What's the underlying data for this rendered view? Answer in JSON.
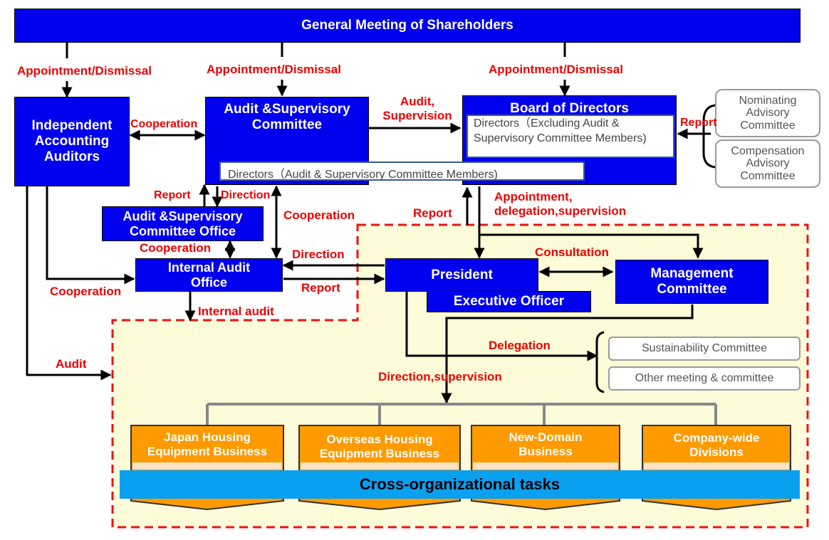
{
  "nodes": {
    "shareholders": "General Meeting of Shareholders",
    "auditors": "Independent Accounting Auditors",
    "audit_committee": "Audit &Supervisory Committee",
    "audit_committee_members": "Directors（Audit & Supervisory Committee Members)",
    "board": "Board of Directors",
    "board_directors": "Directors（Excluding Audit & Supervisory Committee Members)",
    "nominating": "Nominating Advisory Committee",
    "compensation": "Compensation Advisory Committee",
    "committee_office": "Audit &Supervisory Committee Office",
    "internal_audit_office": "Internal Audit Office",
    "president": "President",
    "executive_officer": "Executive Officer",
    "management_committee": "Management Committee",
    "sustainability": "Sustainability Committee",
    "other_meeting": "Other meeting & committee",
    "cross_tasks": "Cross-organizational tasks"
  },
  "businesses": [
    "Japan Housing Equipment Business",
    "Overseas Housing Equipment Business",
    "New-Domain Business",
    "Company-wide Divisions"
  ],
  "labels": {
    "appoint1": "Appointment/Dismissal",
    "appoint2": "Appointment/Dismissal",
    "appoint3": "Appointment/Dismissal",
    "cooperation_auditors": "Cooperation",
    "audit_supervision": "Audit, Supervision",
    "report_board": "Report",
    "report_committee": "Report",
    "direction_committee": "Direction",
    "cooperation_committee": "Cooperation",
    "appointment_delegation": "Appointment, delegation,supervision",
    "report_president": "Report",
    "cooperation_office": "Cooperation",
    "direction_president": "Direction",
    "consultation": "Consultation",
    "cooperation_internal": "Cooperation",
    "report_internal": "Report",
    "internal_audit": "Internal audit",
    "delegation": "Delegation",
    "audit": "Audit",
    "direction_supervision": "Direction,supervision"
  },
  "colors": {
    "box_blue": "#0000ee",
    "label_red": "#ee0000",
    "zone_fill": "#fefbd8",
    "business_orange": "#ff9a00",
    "band_blue": "#0aa0f0"
  }
}
